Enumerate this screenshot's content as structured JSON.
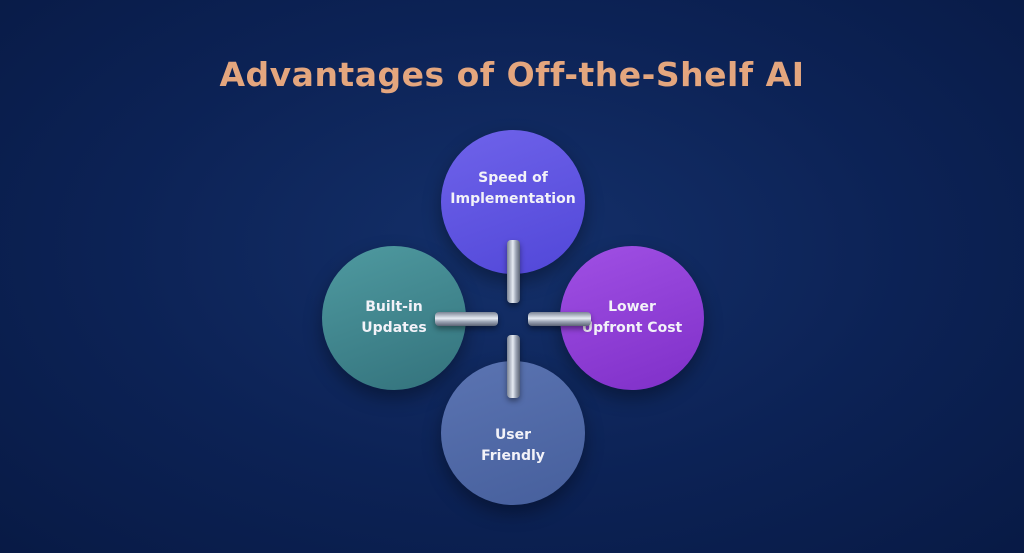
{
  "title": "Advantages of Off-the-Shelf AI",
  "items": [
    {
      "line1": "Speed of",
      "line2": "Implementation",
      "color": "#5f55e0"
    },
    {
      "line1": "Built-in",
      "line2": "Updates",
      "color": "#43858e"
    },
    {
      "line1": "Lower",
      "line2": "Upfront Cost",
      "color": "#9040d8"
    },
    {
      "line1": "User",
      "line2": "Friendly",
      "color": "#526aa8"
    }
  ],
  "colors": {
    "background": "#0c2255",
    "title": "#e4a67e"
  }
}
